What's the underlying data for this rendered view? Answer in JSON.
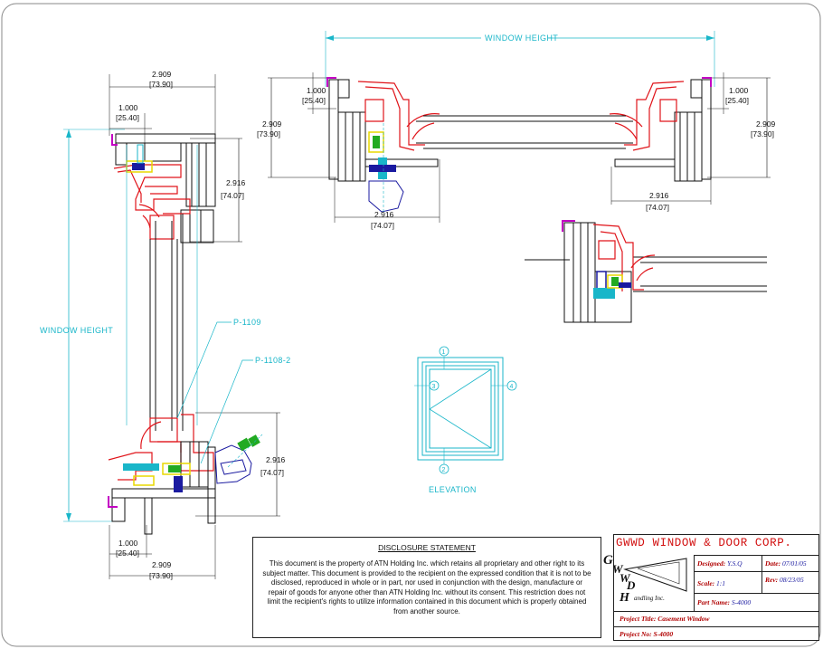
{
  "dimensions": {
    "window_height": "WINDOW HEIGHT",
    "d_2909": "2.909",
    "d_73_90": "[73.90]",
    "d_1000": "1.000",
    "d_25_40": "[25.40]",
    "d_2916": "2.916",
    "d_74_07": "[74.07]"
  },
  "callouts": {
    "p1109": "P-1109",
    "p1108": "P-1108-2"
  },
  "elevation": {
    "label": "ELEVATION",
    "markers": [
      "1",
      "2",
      "3",
      "4"
    ]
  },
  "disclosure": {
    "title": "DISCLOSURE STATEMENT",
    "body": "This document is the property of ATN Holding Inc. which retains all proprietary and other right to its subject matter. This document is provided to the recipient on the expressed condition that it is not to be disclosed, reproduced in whole or in part, nor used in conjunction with the design, manufacture or repair of goods for anyone other than ATN Holding Inc. without its consent. This restriction does not limit the recipient's rights to utilize information contained in this document which is properly obtained from another source."
  },
  "title_block": {
    "company": "GWWD WINDOW & DOOR CORP.",
    "logo_letters": [
      "G",
      "W",
      "W",
      "D",
      "H"
    ],
    "handling": "andling Inc.",
    "designed_label": "Designed:",
    "designed_value": "Y.S.Q",
    "date_label": "Date:",
    "date_value": "07/01/05",
    "scale_label": "Scale:",
    "scale_value": "1:1",
    "rev_label": "Rev:",
    "rev_value": "08/23/05",
    "part_label": "Part Name:",
    "part_value": "S-4000",
    "project_title_label": "Project Title:",
    "project_title_value": "Casement Window",
    "project_no_label": "Project No:",
    "project_no_value": "S-4000"
  },
  "colors": {
    "profile_red": "#e0141a",
    "dimension_cyan": "#19b6c9",
    "gasket_magenta": "#c400c4",
    "hardware_yellow": "#e8d800",
    "hardware_green": "#22aa22",
    "hardware_blue": "#1a1aa0"
  }
}
